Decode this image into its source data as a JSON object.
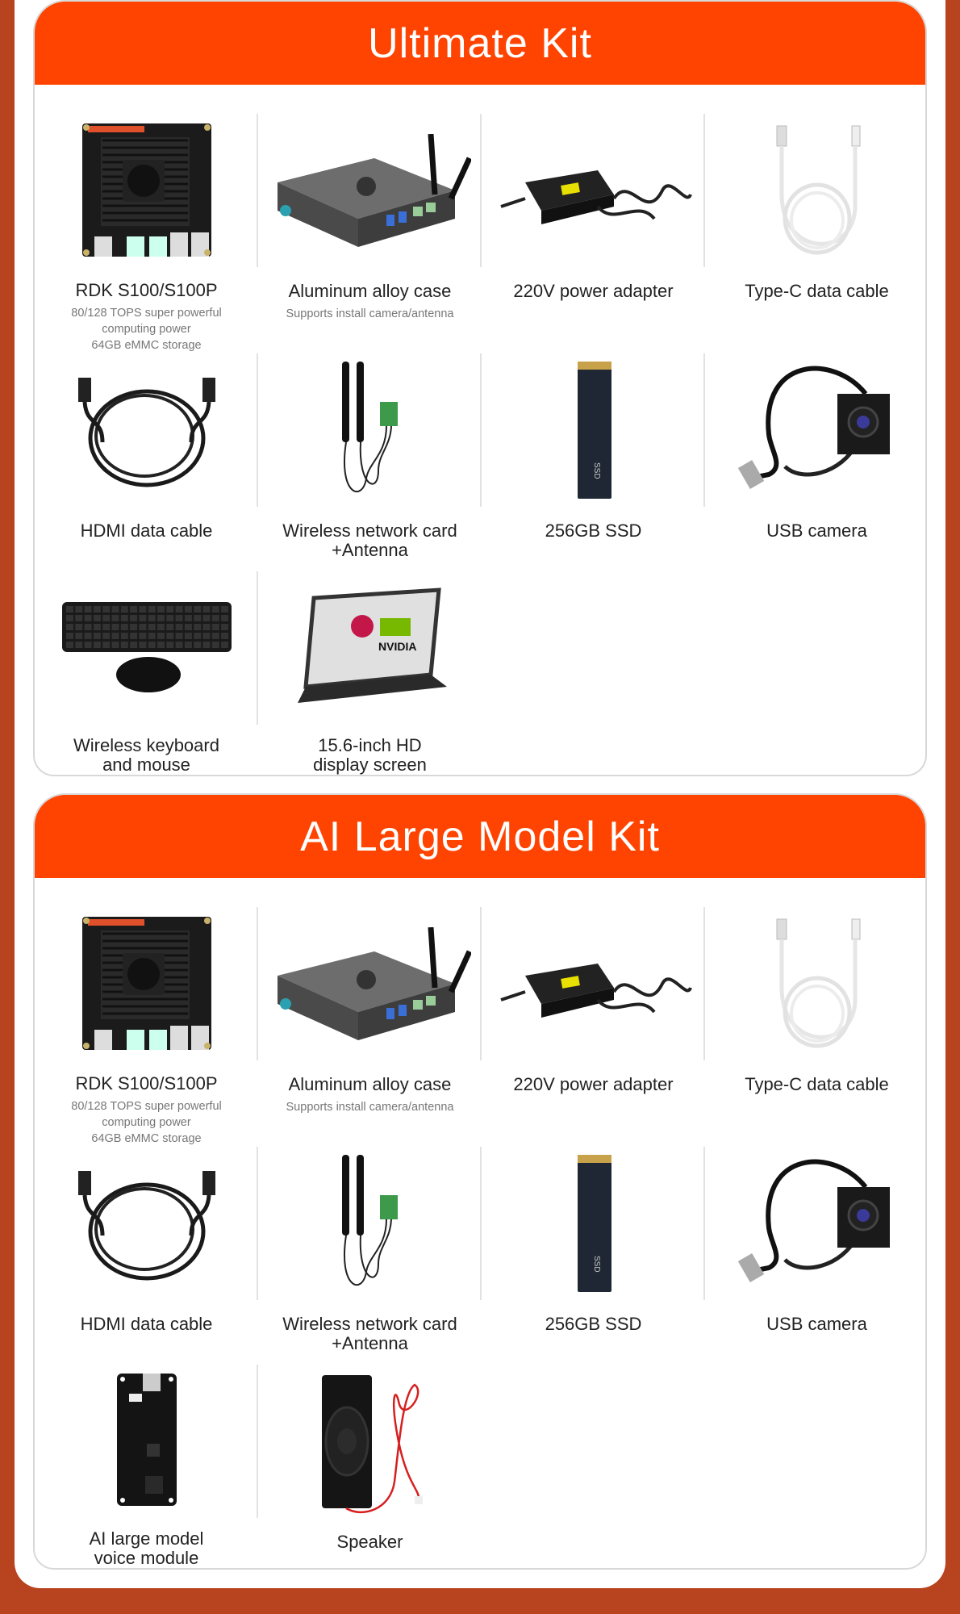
{
  "colors": {
    "background": "#b8431f",
    "header": "#ff4300"
  },
  "kits": [
    {
      "title": "Ultimate Kit",
      "items": [
        {
          "label": "RDK S100/S100P",
          "sub": [
            "80/128 TOPS super powerful",
            "computing power",
            "64GB eMMC storage"
          ],
          "icon": "board"
        },
        {
          "label": "Aluminum alloy case",
          "sub": [
            "Supports install camera/antenna"
          ],
          "icon": "case"
        },
        {
          "label": "220V power adapter",
          "sub": [],
          "icon": "adapter"
        },
        {
          "label": "Type-C data cable",
          "sub": [],
          "icon": "typec"
        },
        {
          "label": [
            "HDMI data cable"
          ],
          "sub": [],
          "icon": "hdmi"
        },
        {
          "label": [
            "Wireless network card",
            "+Antenna"
          ],
          "sub": [],
          "icon": "wifi"
        },
        {
          "label": [
            "256GB SSD"
          ],
          "sub": [],
          "icon": "ssd"
        },
        {
          "label": [
            "USB camera"
          ],
          "sub": [],
          "icon": "camera"
        },
        {
          "label": [
            "Wireless keyboard",
            "and mouse"
          ],
          "sub": [],
          "icon": "keyboard"
        },
        {
          "label": [
            "15.6-inch HD",
            "display screen"
          ],
          "sub": [],
          "icon": "display"
        }
      ]
    },
    {
      "title": "AI Large Model Kit",
      "items": [
        {
          "label": "RDK S100/S100P",
          "sub": [
            "80/128 TOPS super powerful",
            "computing power",
            "64GB eMMC storage"
          ],
          "icon": "board"
        },
        {
          "label": "Aluminum alloy case",
          "sub": [
            "Supports install camera/antenna"
          ],
          "icon": "case"
        },
        {
          "label": "220V power adapter",
          "sub": [],
          "icon": "adapter"
        },
        {
          "label": "Type-C data cable",
          "sub": [],
          "icon": "typec"
        },
        {
          "label": [
            "HDMI data cable"
          ],
          "sub": [],
          "icon": "hdmi"
        },
        {
          "label": [
            "Wireless network card",
            "+Antenna"
          ],
          "sub": [],
          "icon": "wifi"
        },
        {
          "label": [
            "256GB SSD"
          ],
          "sub": [],
          "icon": "ssd"
        },
        {
          "label": [
            "USB camera"
          ],
          "sub": [],
          "icon": "camera"
        },
        {
          "label": [
            "AI large model",
            "voice module"
          ],
          "sub": [],
          "icon": "voice-module"
        },
        {
          "label": [
            "Speaker"
          ],
          "sub": [],
          "icon": "speaker"
        }
      ]
    }
  ]
}
